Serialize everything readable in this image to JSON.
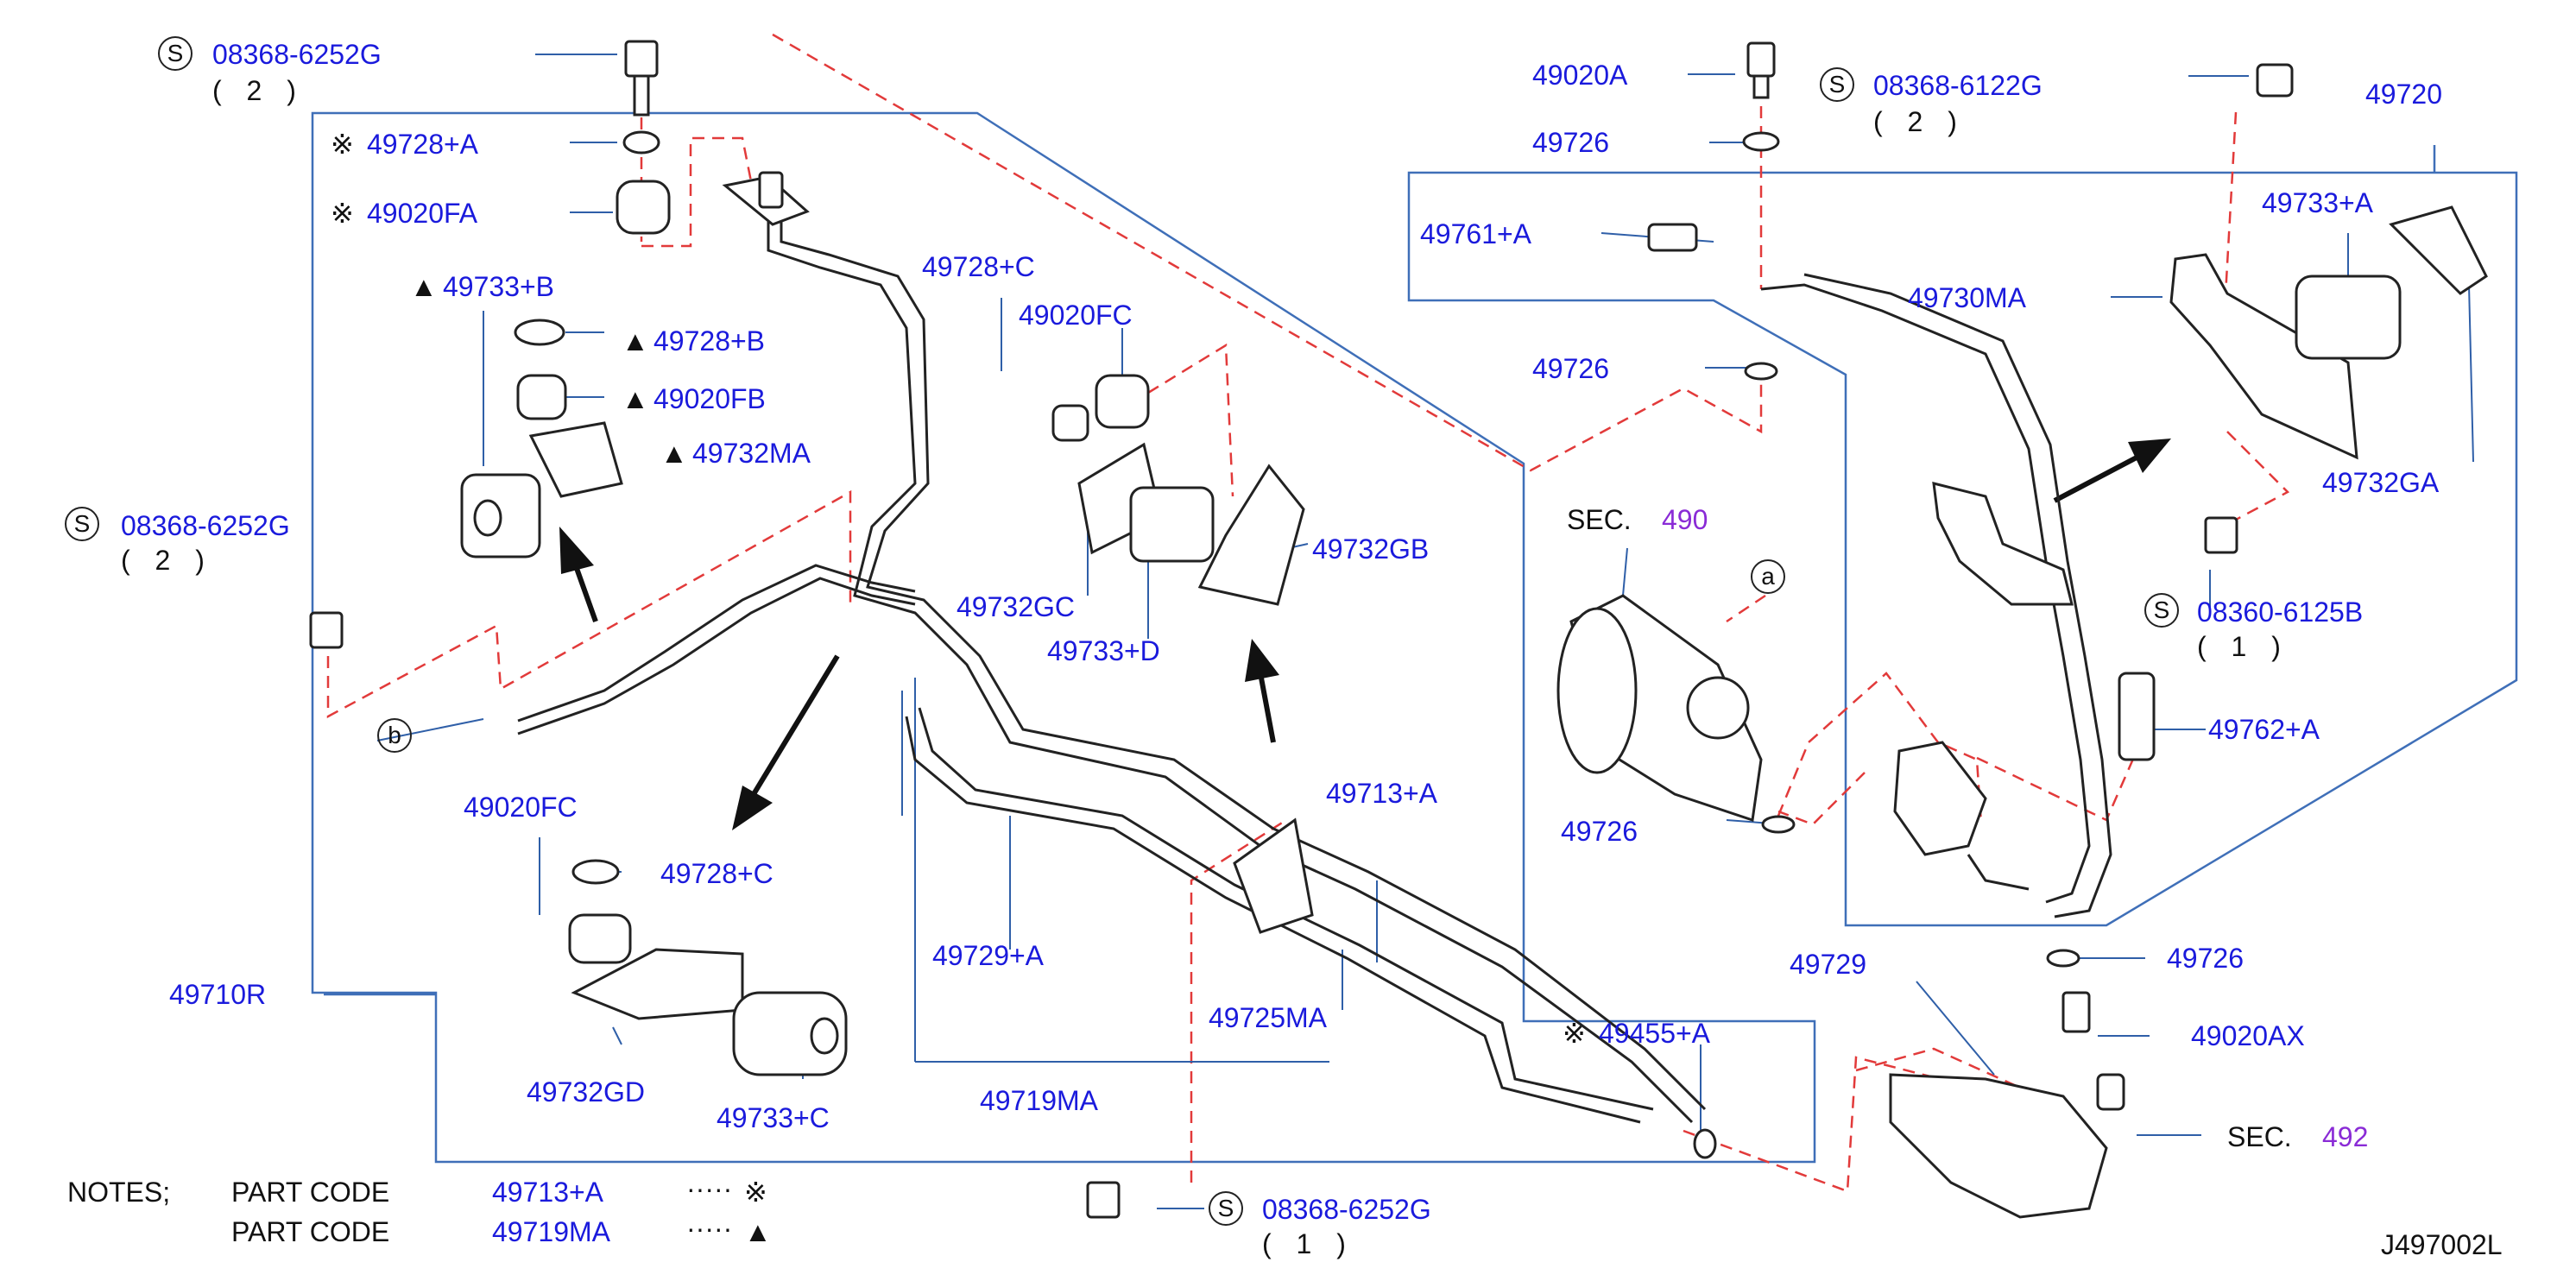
{
  "diagram_code": "J497002L",
  "marks": {
    "s": "S",
    "kome": "※",
    "tri": "▲"
  },
  "labels": {
    "bolt_tl": "08368-6252G",
    "bolt_tl_qty": "( 2 )",
    "washer_a": "49728+A",
    "grommet_fa": "49020FA",
    "rubber_b": "49733+B",
    "washer_b": "49728+B",
    "grommet_fb": "49020FB",
    "clamp_ma": "49732MA",
    "bolt_l": "08368-6252G",
    "bolt_l_qty": "( 2 )",
    "circle_b": "b",
    "circle_a": "a",
    "washer_c_top": "49728+C",
    "grommet_fc_top": "49020FC",
    "clamp_gc": "49732GC",
    "clamp_gb": "49732GB",
    "rubber_d": "49733+D",
    "grommet_fc_bot": "49020FC",
    "washer_c_bot": "49728+C",
    "clamp_gd": "49732GD",
    "rubber_c": "49733+C",
    "tube_710r": "49710R",
    "tube_729a": "49729+A",
    "tube_719ma": "49719MA",
    "tube_713a": "49713+A",
    "tube_725ma": "49725MA",
    "oring_455a": "49455+A",
    "bolt_bot": "08368-6252G",
    "bolt_bot_qty": "( 1 )",
    "notes_title": "NOTES;",
    "part_code": "PART   CODE",
    "note1_part": "49713+A",
    "note1_dots": "·····",
    "note2_part": "49719MA",
    "note2_dots": "·····",
    "eye_bolt_a": "49020A",
    "washer_726_1": "49726",
    "bolt_tr": "08368-6122G",
    "bolt_tr_qty": "( 2 )",
    "hose_720": "49720",
    "connector_761a": "49761+A",
    "rubber_733a": "49733+A",
    "clamp_730ma": "49730MA",
    "washer_726_2": "49726",
    "sec_490": "SEC.",
    "sec_490_num": "490",
    "clamp_ga": "49732GA",
    "bolt_r": "08360-6125B",
    "bolt_r_qty": "( 1 )",
    "connector_762a": "49762+A",
    "washer_726_3": "49726",
    "hose_729": "49729",
    "washer_726_4": "49726",
    "eye_bolt_ax": "49020AX",
    "sec_492": "SEC.",
    "sec_492_num": "492"
  },
  "colors": {
    "part_number": "#1a1adc",
    "section_ref": "#8a2bd6",
    "leader": "#2f5fa8",
    "dashed": "#e23a3a"
  }
}
